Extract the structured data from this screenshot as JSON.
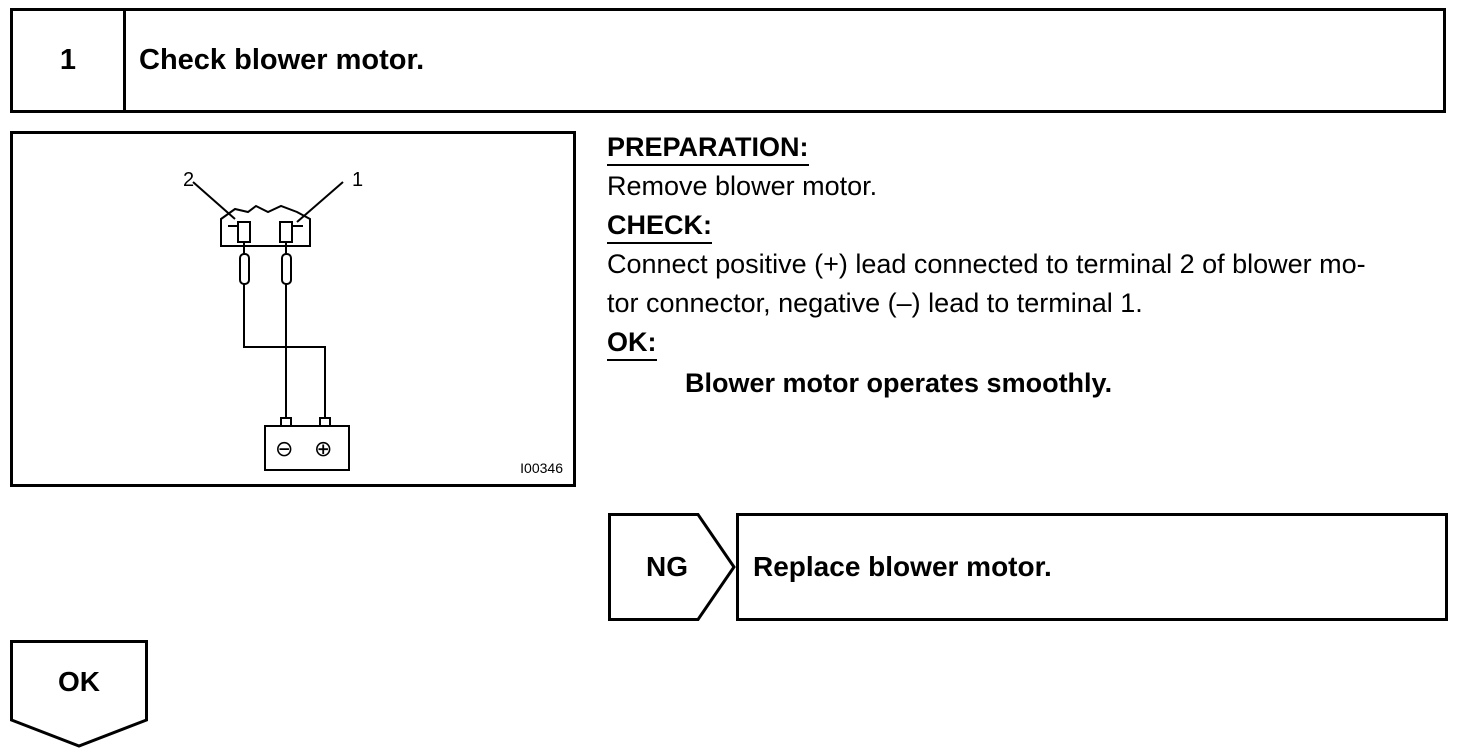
{
  "step": {
    "number": "1",
    "title": "Check blower motor."
  },
  "figure": {
    "terminal_left": "2",
    "terminal_right": "1",
    "negative_symbol": "⊖",
    "positive_symbol": "⊕",
    "code": "I00346"
  },
  "instructions": {
    "preparation_heading": "PREPARATION:",
    "preparation_text": "Remove blower motor.",
    "check_heading": "CHECK:",
    "check_text_line1": "Connect positive (+) lead connected to terminal 2 of blower mo-",
    "check_text_line2": "tor connector, negative (–) lead to terminal 1.",
    "ok_heading": "OK:",
    "ok_result": "Blower motor operates smoothly."
  },
  "ng": {
    "label": "NG",
    "action": "Replace blower motor."
  },
  "ok": {
    "label": "OK"
  }
}
